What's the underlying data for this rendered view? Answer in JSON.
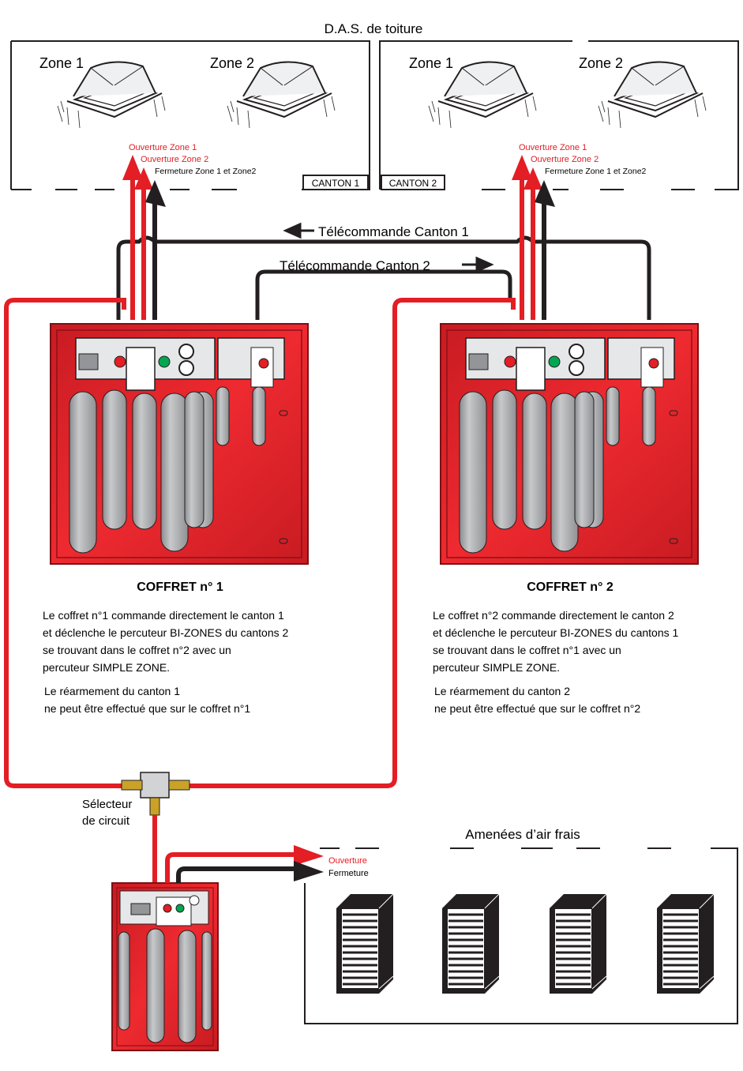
{
  "das": {
    "title": "D.A.S. de toiture",
    "canton1": {
      "zone1": "Zone 1",
      "zone2": "Zone 2",
      "open1": "Ouverture Zone 1",
      "open2": "Ouverture Zone 2",
      "close": "Fermeture Zone 1 et Zone2",
      "label": "CANTON 1"
    },
    "canton2": {
      "zone1": "Zone 1",
      "zone2": "Zone 2",
      "open1": "Ouverture Zone 1",
      "open2": "Ouverture Zone 2",
      "close": "Fermeture Zone 1 et Zone2",
      "label": "CANTON 2"
    }
  },
  "remote": {
    "canton1": "Télécommande Canton 1",
    "canton2": "Télécommande Canton 2"
  },
  "coffret1": {
    "title": "COFFRET n° 1",
    "desc": [
      "Le coffret n°1 commande directement le canton 1",
      "et déclenche le percuteur BI-ZONES du cantons 2",
      "se trouvant dans le coffret n°2 avec un",
      "percuteur SIMPLE ZONE."
    ],
    "reset": [
      "Le réarmement du canton 1",
      "ne peut être effectué que sur le coffret n°1"
    ]
  },
  "coffret2": {
    "title": "COFFRET n° 2",
    "desc": [
      "Le coffret n°2 commande directement le canton 2",
      "et déclenche le percuteur BI-ZONES du cantons 1",
      "se trouvant dans le coffret n°1 avec un",
      "percuteur SIMPLE ZONE."
    ],
    "reset": [
      "Le réarmement du canton 2",
      "ne peut être effectué que sur le coffret n°2"
    ]
  },
  "selector": {
    "line1": "Sélecteur",
    "line2": "de circuit"
  },
  "air": {
    "title": "Amenées d’air frais",
    "open": "Ouverture",
    "close": "Fermeture"
  },
  "colors": {
    "red": "#e31e24",
    "black": "#231f20",
    "cabinet": "#d91f26",
    "cylinder": "#a7a9ac"
  }
}
